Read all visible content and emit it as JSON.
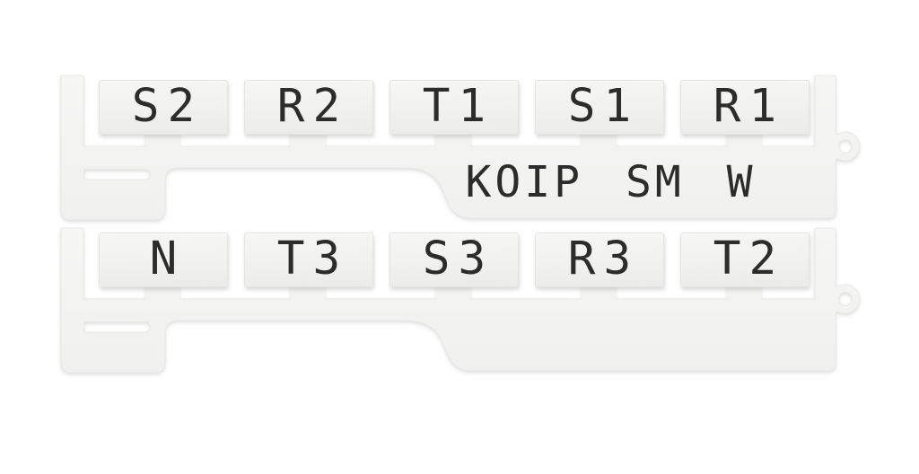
{
  "scene": {
    "description": "White plastic wire-marker tag sprue (two snap-off carrier strips) photographed on a white background",
    "background_color": "#ffffff"
  },
  "sprue": {
    "marking_text": "KOIP SM W",
    "rows": [
      {
        "tags": [
          "S2",
          "R2",
          "T1",
          "S1",
          "R1"
        ]
      },
      {
        "tags": [
          "N",
          "T3",
          "S3",
          "R3",
          "T2"
        ]
      }
    ],
    "colors": {
      "plastic": "#f2f2f1",
      "plastic_edge": "#e9e9e8",
      "engraved_text": "#2c2c2c"
    }
  }
}
